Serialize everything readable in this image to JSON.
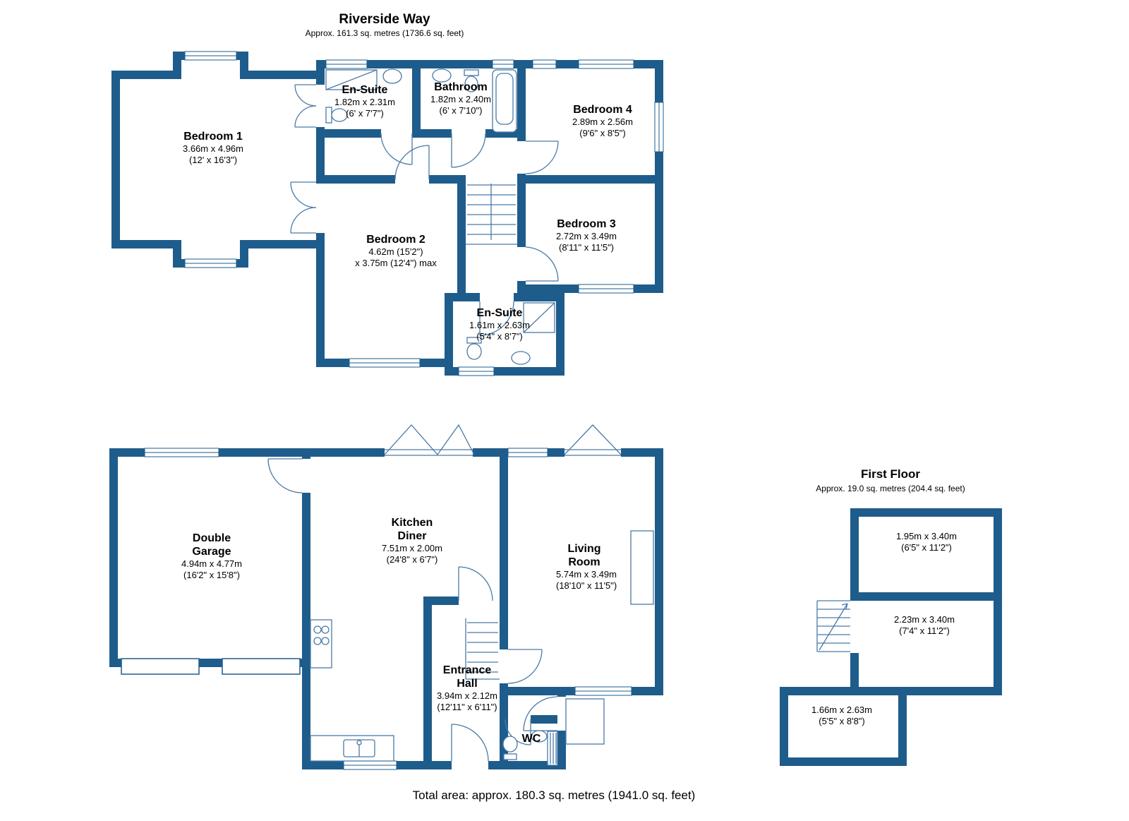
{
  "colors": {
    "wall": "#1E5C8C",
    "lines": "#4A7AA6"
  },
  "upper_plan": {
    "title": "Riverside Way",
    "subtitle": "Approx. 161.3 sq. metres (1736.6 sq. feet)"
  },
  "first_floor_plan": {
    "title": "First Floor",
    "subtitle": "Approx. 19.0 sq. metres (204.4 sq. feet)"
  },
  "footer": "Total area: approx. 180.3 sq. metres (1941.0 sq. feet)",
  "rooms": {
    "bedroom1": {
      "name": "Bedroom 1",
      "dim1": "3.66m x 4.96m",
      "dim2": "(12' x 16'3\")"
    },
    "ensuite_top": {
      "name": "En-Suite",
      "dim1": "1.82m x 2.31m",
      "dim2": "(6' x 7'7\")"
    },
    "bathroom": {
      "name": "Bathroom",
      "dim1": "1.82m x 2.40m",
      "dim2": "(6' x 7'10\")"
    },
    "bedroom4": {
      "name": "Bedroom 4",
      "dim1": "2.89m x 2.56m",
      "dim2": "(9'6\" x 8'5\")"
    },
    "bedroom2": {
      "name": "Bedroom 2",
      "dim1": "4.62m (15'2\")",
      "dim2": "x 3.75m (12'4\") max"
    },
    "bedroom3": {
      "name": "Bedroom 3",
      "dim1": "2.72m x 3.49m",
      "dim2": "(8'11\" x 11'5\")"
    },
    "ensuite_lower": {
      "name": "En-Suite",
      "dim1": "1.61m x 2.63m",
      "dim2": "(5'4\" x 8'7\")"
    },
    "garage": {
      "name": "Double Garage",
      "dim1": "4.94m x 4.77m",
      "dim2": "(16'2\" x 15'8\")"
    },
    "kitchen": {
      "name": "Kitchen Diner",
      "dim1": "7.51m x 2.00m",
      "dim2": "(24'8\" x 6'7\")"
    },
    "living": {
      "name": "Living Room",
      "dim1": "5.74m x 3.49m",
      "dim2": "(18'10\" x 11'5\")"
    },
    "hall": {
      "name": "Entrance Hall",
      "dim1": "3.94m x 2.12m",
      "dim2": "(12'11\" x 6'11\")"
    },
    "wc": {
      "name": "WC"
    },
    "ff_room1": {
      "dim1": "1.95m x 3.40m",
      "dim2": "(6'5\" x 11'2\")"
    },
    "ff_room2": {
      "dim1": "2.23m x 3.40m",
      "dim2": "(7'4\" x 11'2\")"
    },
    "ff_room3": {
      "dim1": "1.66m x 2.63m",
      "dim2": "(5'5\" x 8'8\")"
    }
  }
}
